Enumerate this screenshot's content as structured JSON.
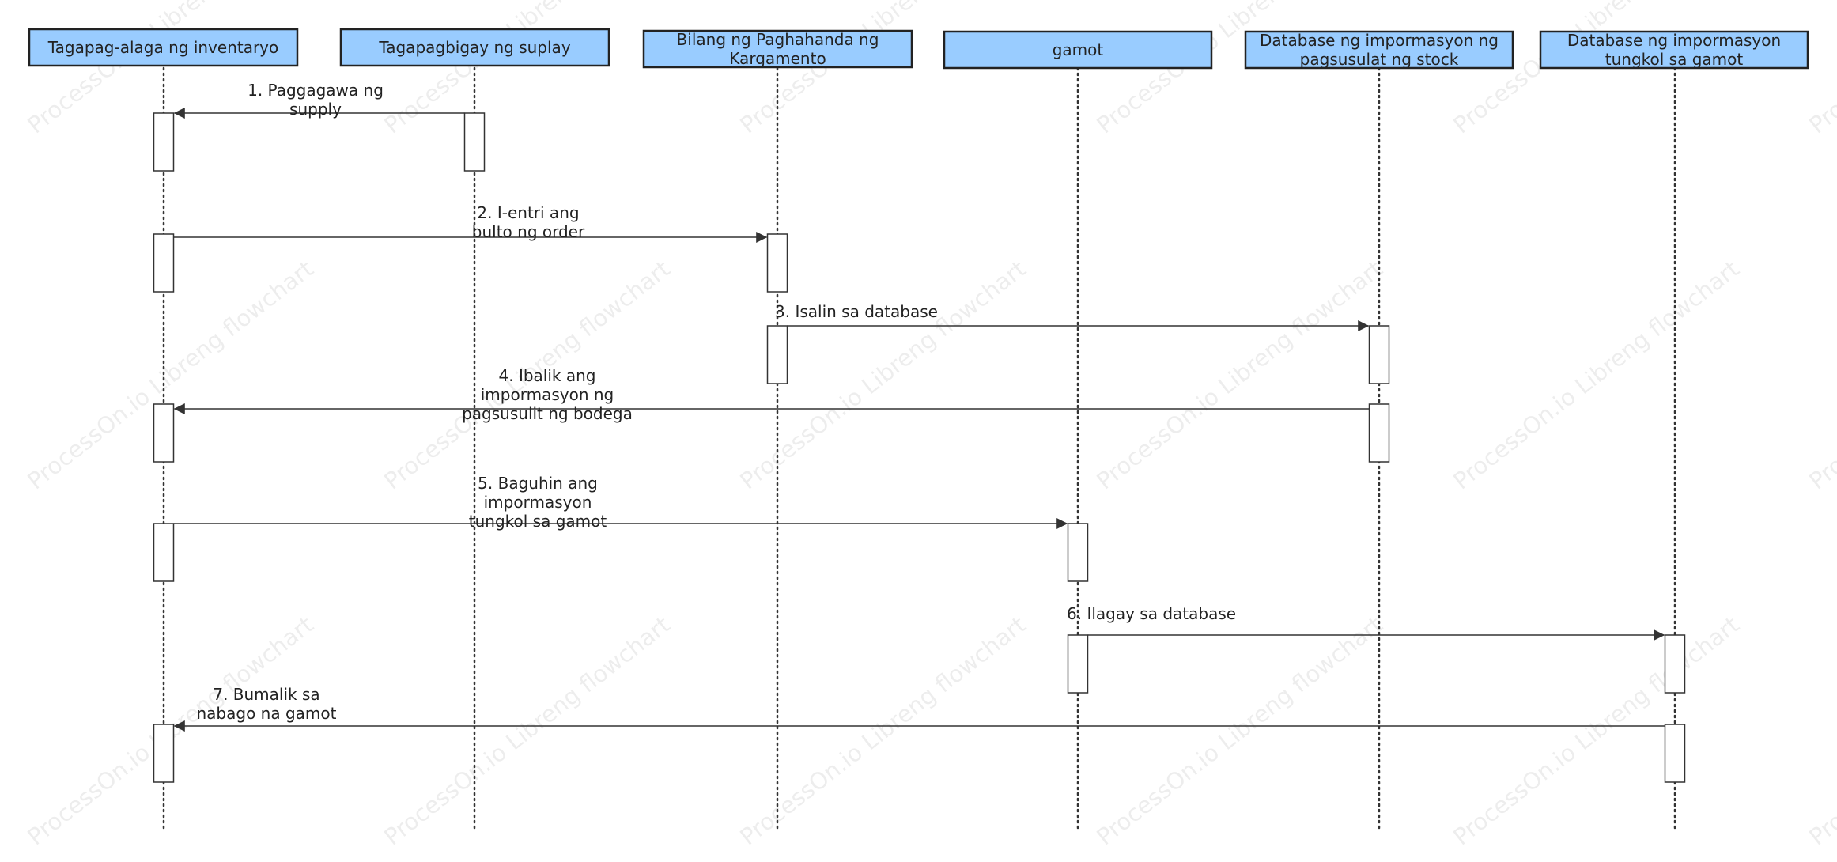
{
  "participants": [
    {
      "label": "Tagapag-alaga ng inventaryo"
    },
    {
      "label": "Tagapagbigay ng suplay"
    },
    {
      "label": "Bilang ng Paghahanda ng Kargamento"
    },
    {
      "label": "gamot"
    },
    {
      "label": "Database ng impormasyon ng pagsusulat ng stock"
    },
    {
      "label": "Database ng impormasyon tungkol sa gamot"
    }
  ],
  "messages": [
    {
      "label": "1. Paggagawa ng supply",
      "from": 1,
      "to": 0
    },
    {
      "label": "2. I-entri ang bulto ng order",
      "from": 0,
      "to": 2
    },
    {
      "label": "3. Isalin sa database",
      "from": 2,
      "to": 4
    },
    {
      "label": "4. Ibalik ang impormasyon ng pagsusulit ng bodega",
      "from": 4,
      "to": 0
    },
    {
      "label": "5. Baguhin ang impormasyon tungkol sa gamot",
      "from": 0,
      "to": 3
    },
    {
      "label": "6. Ilagay sa database",
      "from": 3,
      "to": 5
    },
    {
      "label": "7. Bumalik sa nabago na gamot",
      "from": 5,
      "to": 0
    }
  ],
  "watermark": "ProcessOn.io Libreng flowchart",
  "colors": {
    "header_fill": "#99ccff",
    "header_border": "#222222",
    "line": "#333333",
    "activation_fill": "#ffffff"
  }
}
